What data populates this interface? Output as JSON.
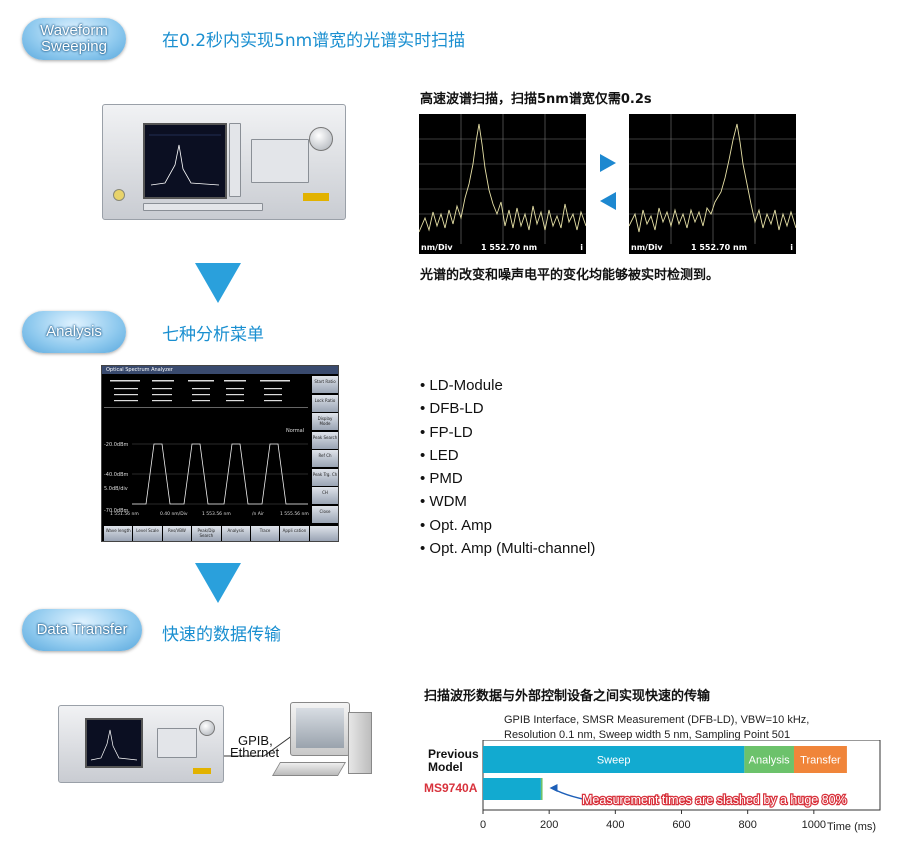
{
  "sections": {
    "waveform": {
      "pill_line1": "Waveform",
      "pill_line2": "Sweeping",
      "title": "在0.2秒内实现5nm谱宽的光谱实时扫描"
    },
    "analysis": {
      "pill": "Analysis",
      "title": "七种分析菜单"
    },
    "transfer": {
      "pill": "Data Transfer",
      "title": "快速的数据传输"
    }
  },
  "sweep": {
    "caption": "高速波谱扫描，扫描5nm谱宽仅需0.2s",
    "screen_left": {
      "scale": "nm/Div",
      "center": "1 552.70 nm",
      "edge": "i"
    },
    "screen_right": {
      "scale": "nm/Div",
      "center": "1 552.70 nm",
      "edge": "i"
    },
    "note": "光谱的改变和噪声电平的变化均能够被实时检测到。"
  },
  "analysis_menu": {
    "items": [
      "LD-Module",
      "DFB-LD",
      "FP-LD",
      "LED",
      "PMD",
      "WDM",
      "Opt. Amp",
      "Opt. Amp (Multi-channel)"
    ]
  },
  "analysis_screen": {
    "title": "Optical Spectrum Analyzer",
    "side_buttons": [
      "Start Ratio",
      "Lock Ratio",
      "Display Mode",
      "Peak Search",
      "Ref Ch",
      "Peak Trg. Ch",
      "CH",
      "Close"
    ],
    "bottom_buttons": [
      "Wave length",
      "Level Scale",
      "Res/VBW",
      "Peak/Dip Search",
      "Analysis",
      "Trace",
      "Appli cation",
      ""
    ],
    "y_labels": [
      "-20.0dBm",
      "-40.0dBm",
      "5.0dB/div",
      "-70.0dBm"
    ],
    "x_labels": [
      "1 551.56 nm",
      "0.40 nm/Div",
      "1 553.56 nm",
      "/n Air",
      "1 555.56 nm"
    ],
    "status": "Normal"
  },
  "transfer": {
    "link_label_1": "GPIB,",
    "link_label_2": "Ethernet",
    "caption": "扫描波形数据与外部控制设备之间实现快速的传输"
  },
  "chart_data": {
    "type": "bar",
    "title": "GPIB Interface, SMSR Measurement (DFB-LD), VBW=10 kHz, Resolution 0.1 nm, Sweep width 5 nm, Sampling Point 501",
    "title_line1": "GPIB Interface, SMSR Measurement (DFB-LD), VBW=10 kHz,",
    "title_line2": "Resolution 0.1 nm, Sweep width 5 nm, Sampling Point 501",
    "xlabel": "Time (ms)",
    "xlim": [
      0,
      1200
    ],
    "xticks": [
      0,
      200,
      400,
      600,
      800,
      1000
    ],
    "categories": [
      "Previous Model",
      "MS9740A"
    ],
    "category_line1": "Previous",
    "category_line2": "Model",
    "series": [
      {
        "name": "Sweep",
        "values": [
          790,
          175
        ],
        "color": "#12aad0"
      },
      {
        "name": "Analysis",
        "values": [
          150,
          5
        ],
        "color": "#6cc26b"
      },
      {
        "name": "Transfer",
        "values": [
          160,
          0
        ],
        "color": "#f0853a"
      }
    ],
    "annotation": "Measurement times are slashed by a huge 80%",
    "colors": {
      "model_highlight": "#d8323c"
    }
  }
}
